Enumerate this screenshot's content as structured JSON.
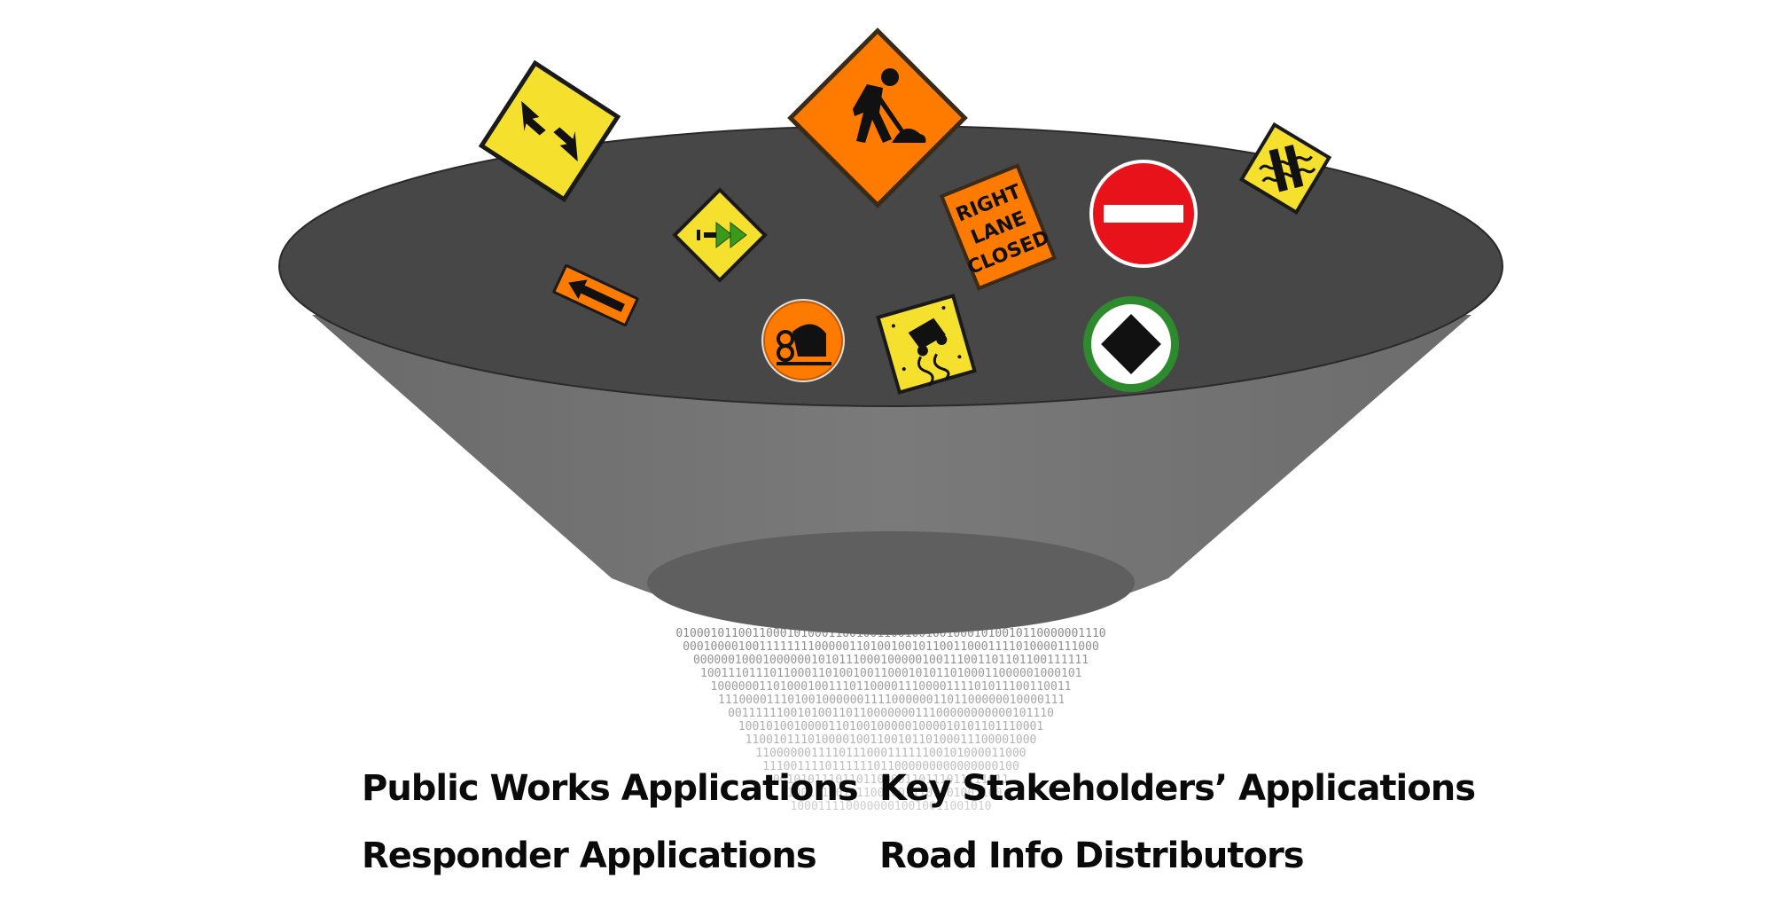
{
  "labels": {
    "public_works": "Public Works Applications",
    "key_stakeholders": "Key Stakeholders’ Applications",
    "responder": "Responder Applications",
    "road_info": "Road Info Distributors"
  },
  "signs": {
    "right_lane_closed": [
      "RIGHT",
      "LANE",
      "CLOSED"
    ]
  },
  "icons": [
    "two-way-traffic-sign-icon",
    "road-work-sign-icon",
    "wavy-lanes-sign-icon",
    "lane-merge-sign-icon",
    "right-lane-closed-sign-icon",
    "do-not-enter-sign-icon",
    "left-arrow-sign-icon",
    "crash-sign-icon",
    "slippery-road-sign-icon",
    "diamond-lane-sign-icon"
  ],
  "colors": {
    "funnel_top": "#474747",
    "funnel_body": "#737373",
    "funnel_bottom": "#5e5e5e",
    "sign_yellow": "#f5e02d",
    "sign_orange": "#ff7b00",
    "do_not_enter_red": "#e8121a",
    "diamond_green": "#2d8a2d",
    "binary_text": "#8a8a8a"
  }
}
